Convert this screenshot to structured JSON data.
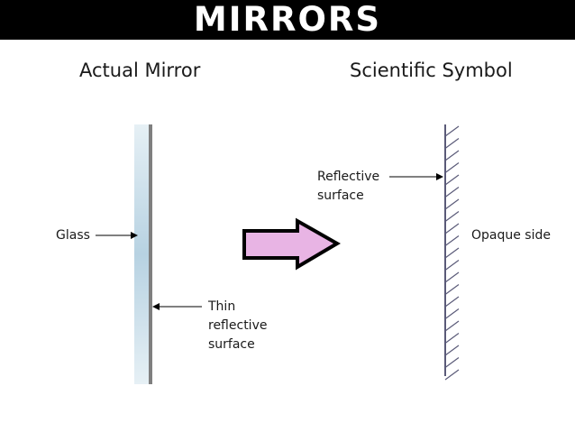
{
  "title": "MIRRORS",
  "left_heading": "Actual Mirror",
  "right_heading": "Scientific Symbol",
  "labels": {
    "glass": "Glass",
    "thin_surface_line1": "Thin",
    "thin_surface_line2": "reflective",
    "thin_surface_line3": "surface",
    "reflective_line1": "Reflective",
    "reflective_line2": "surface",
    "opaque_side": "Opaque side"
  },
  "colors": {
    "title_bg": "#000000",
    "title_text": "#ffffff",
    "glass_light": "#e3eef4",
    "glass_mid": "#b8d3e3",
    "mirror_edge": "#808080",
    "arrow_fill": "#e8b4e4",
    "arrow_stroke": "#000000",
    "symbol_line": "#5a5a78"
  },
  "icons": {
    "transform_arrow": "right-block-arrow-icon"
  }
}
